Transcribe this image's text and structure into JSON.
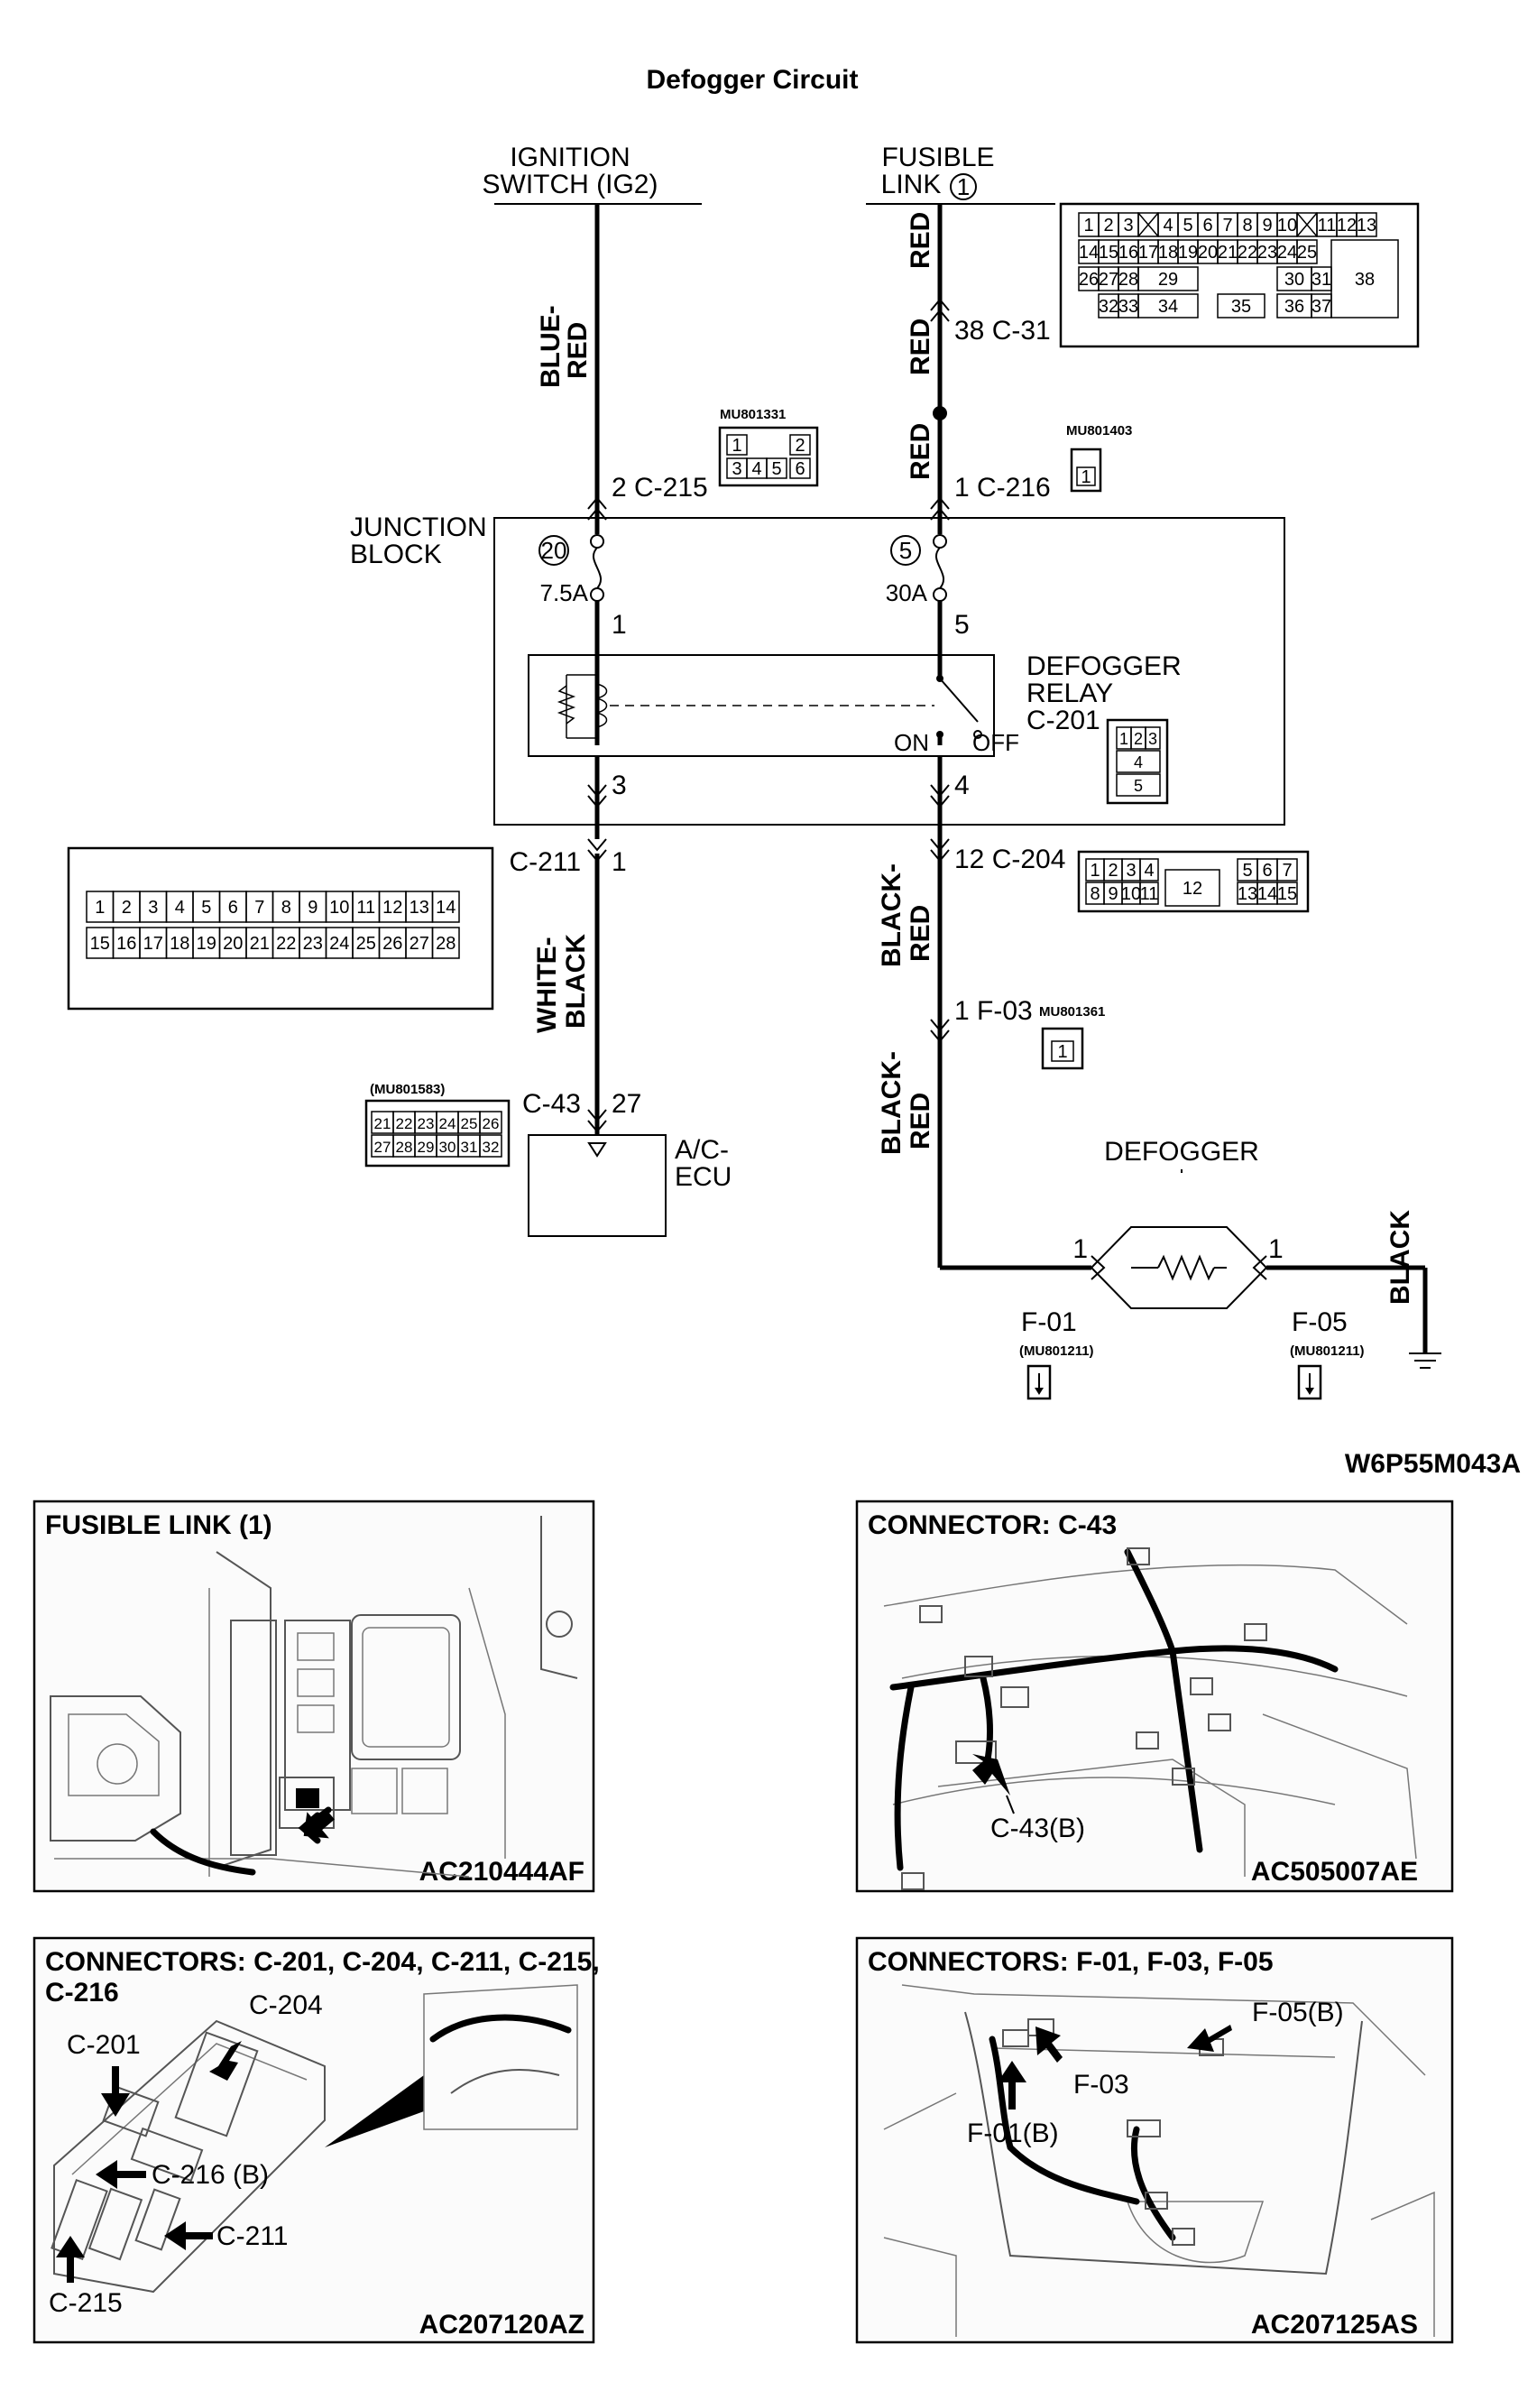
{
  "title": "Defogger Circuit",
  "figure_code": "W6P55M043A",
  "sources": {
    "ignition_line1": "IGNITION",
    "ignition_line2": "SWITCH (IG2)",
    "fusible_line1": "FUSIBLE",
    "fusible_line2": "LINK",
    "fusible_number": "1"
  },
  "wire_colors": {
    "blue_red_1": "BLUE-",
    "blue_red_2": "RED",
    "red": "RED",
    "white_black_1": "WHITE-",
    "white_black_2": "BLACK",
    "black_red_1": "BLACK-",
    "black_red_2": "RED",
    "black": "BLACK"
  },
  "junction_block": {
    "label_line1": "JUNCTION",
    "label_line2": "BLOCK",
    "fuse_left_number": "20",
    "fuse_left_rating": "7.5A",
    "fuse_right_number": "5",
    "fuse_right_rating": "30A",
    "pin_1": "1",
    "pin_5": "5",
    "pin_3": "3",
    "pin_4": "4",
    "relay_line1": "DEFOGGER",
    "relay_line2": "RELAY",
    "relay_line3": "C-201",
    "relay_on": "ON",
    "relay_off": "OFF"
  },
  "pins": {
    "c215": "2 C-215",
    "c216": "1 C-216",
    "c31": "38 C-31",
    "c211_label": "C-211",
    "c211_pin": "1",
    "c204": "12 C-204",
    "f03": "1 F-03",
    "c43_label": "C-43",
    "c43_pin": "27"
  },
  "connector_codes": {
    "c215": "MU801331",
    "c216": "MU801403",
    "f03": "MU801361",
    "c43": "(MU801583)",
    "f01": "(MU801211)",
    "f05": "(MU801211)"
  },
  "connector_c31_cells": [
    [
      "1",
      "2",
      "3",
      "4",
      "5",
      "6",
      "7",
      "8",
      "9",
      "10",
      "11",
      "12",
      "13"
    ],
    [
      "14",
      "15",
      "16",
      "17",
      "18",
      "19",
      "20",
      "21",
      "22",
      "23",
      "24",
      "25",
      "38"
    ],
    [
      "26",
      "27",
      "28",
      "29",
      "30",
      "31"
    ],
    [
      "32",
      "33",
      "34",
      "35",
      "36",
      "37"
    ]
  ],
  "connector_c215_cells": [
    "1",
    "2",
    "3",
    "4",
    "5",
    "6"
  ],
  "connector_c216_cells": [
    "1"
  ],
  "connector_c201_cells": [
    "1",
    "2",
    "3",
    "4",
    "5"
  ],
  "connector_c211_cells": [
    [
      "1",
      "2",
      "3",
      "4",
      "5",
      "6",
      "7",
      "8",
      "9",
      "10",
      "11",
      "12",
      "13",
      "14"
    ],
    [
      "15",
      "16",
      "17",
      "18",
      "19",
      "20",
      "21",
      "22",
      "23",
      "24",
      "25",
      "26",
      "27",
      "28"
    ]
  ],
  "connector_c204_cells": [
    [
      "1",
      "2",
      "3",
      "4",
      "5",
      "6",
      "7"
    ],
    [
      "8",
      "9",
      "10",
      "11",
      "12",
      "13",
      "14",
      "15"
    ]
  ],
  "connector_f03_cells": [
    "1"
  ],
  "connector_c43_cells": [
    [
      "21",
      "22",
      "23",
      "24",
      "25",
      "26"
    ],
    [
      "27",
      "28",
      "29",
      "30",
      "31",
      "32"
    ]
  ],
  "ecu": {
    "line1": "A/C-",
    "line2": "ECU"
  },
  "defogger": {
    "label": "DEFOGGER",
    "pin_left": "1",
    "pin_right": "1",
    "left_connector": "F-01",
    "right_connector": "F-05"
  },
  "panels": [
    {
      "title": "FUSIBLE LINK (1)",
      "code": "AC210444AF"
    },
    {
      "title": "CONNECTOR: C-43",
      "code": "AC505007AE",
      "callout": "C-43(B)"
    },
    {
      "title_line1": "CONNECTORS: C-201, C-204, C-211, C-215,",
      "title_line2": "C-216",
      "code": "AC207120AZ",
      "callouts": [
        "C-204",
        "C-201",
        "C-216 (B)",
        "C-211",
        "C-215"
      ]
    },
    {
      "title": "CONNECTORS: F-01, F-03, F-05",
      "code": "AC207125AS",
      "callouts": [
        "F-05(B)",
        "F-03",
        "F-01(B)"
      ]
    }
  ]
}
